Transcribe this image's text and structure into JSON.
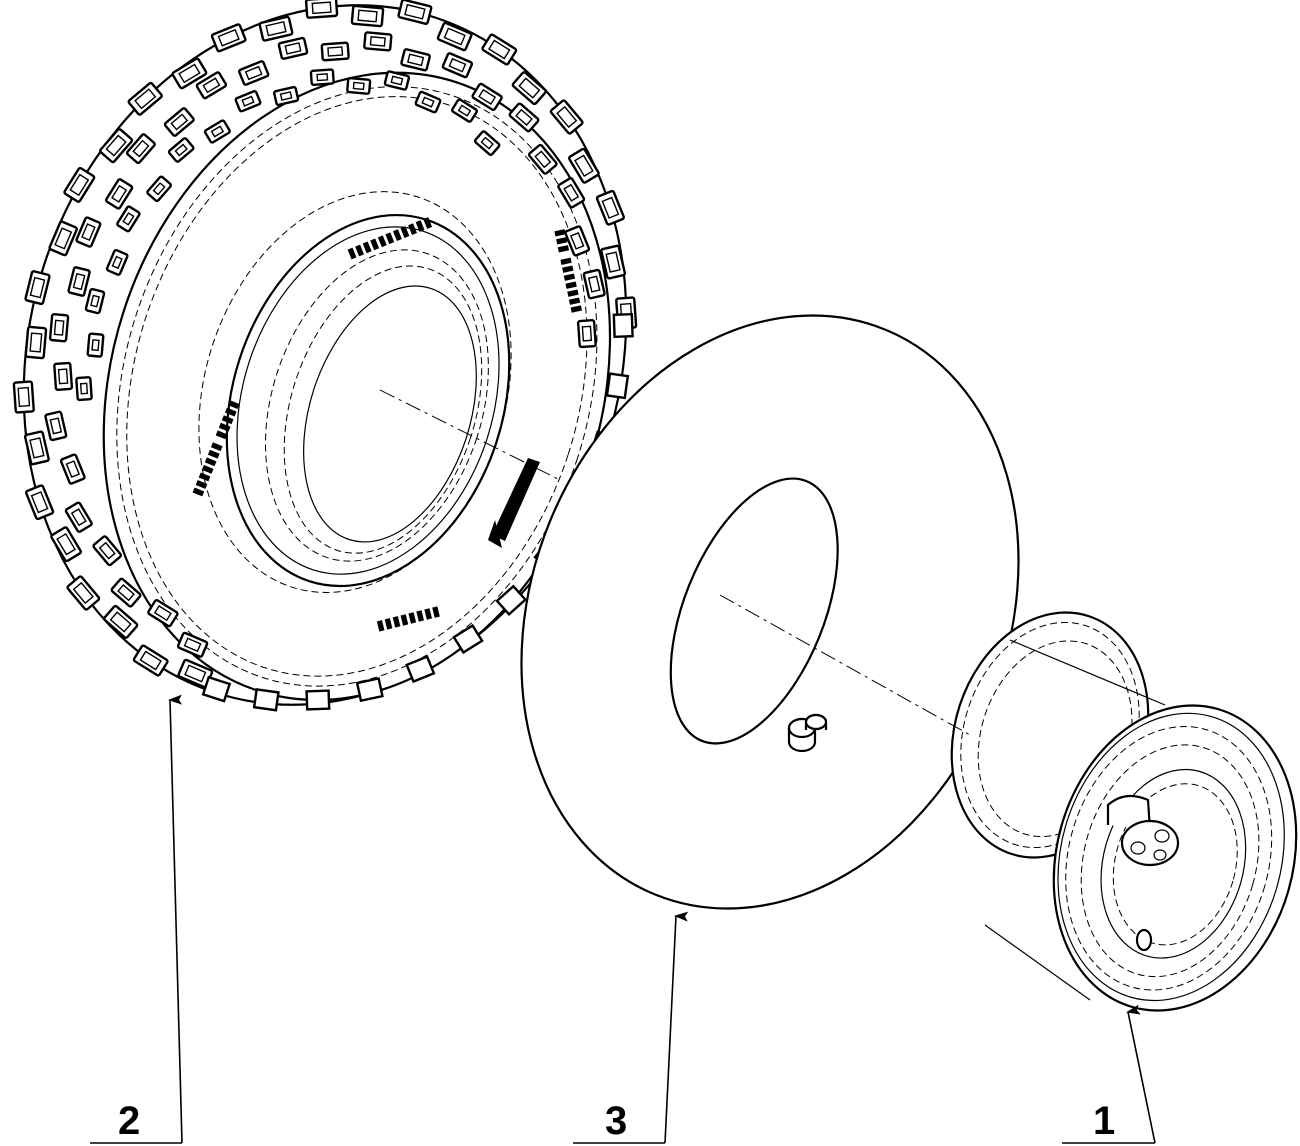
{
  "diagram": {
    "parts": [
      {
        "id": "rim",
        "callout": "1",
        "icon": "wheel-rim-icon"
      },
      {
        "id": "tire",
        "callout": "2",
        "icon": "tire-icon"
      },
      {
        "id": "inner-tube",
        "callout": "3",
        "icon": "inner-tube-icon"
      }
    ]
  }
}
